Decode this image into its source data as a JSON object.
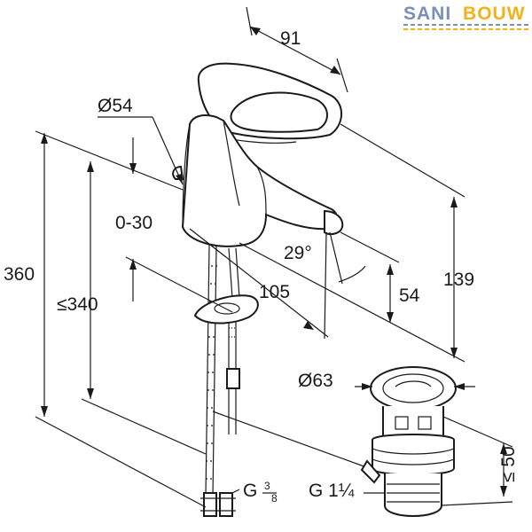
{
  "logo": {
    "text_left": "SANI",
    "text_right": "BOUW",
    "color_left": "#7a8fb8",
    "color_right": "#f2b21c"
  },
  "dimensions": {
    "spout_reach_top": "91",
    "diameter_body": "Ø54",
    "range": "0-30",
    "total_height": "360",
    "height_max": "≤340",
    "angle": "29°",
    "projection": "105",
    "spout_height": "54",
    "height_139": "139",
    "diameter_waste": "Ø63",
    "waste_height": "≤ 50",
    "connection_hose": "G",
    "connection_hose_num": "3",
    "connection_hose_den": "8",
    "connection_waste": "G 1¼"
  },
  "colors": {
    "line": "#1a1a1a",
    "background": "#ffffff"
  }
}
